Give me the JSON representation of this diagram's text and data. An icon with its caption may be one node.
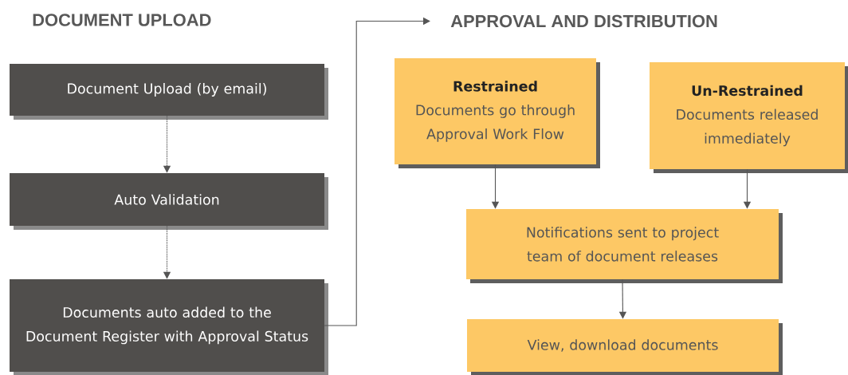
{
  "diagram": {
    "nodes": [
      {
        "text": [
          "Document Upload (by email)"
        ]
      },
      {
        "text": [
          "Auto Validation"
        ]
      },
      {
        "text": [
          "Documents auto added to the Document Register with Approval Status"
        ]
      },
      {
        "text": [
          "APPROVAL AND DISTRIBUTION"
        ]
      },
      {
        "text": [
          "Restrained",
          "Documents go through Approval Work Flow"
        ]
      },
      {
        "text": [
          "Un-Restrained",
          "Documents released immediately"
        ]
      },
      {
        "text": [
          "Notifications sent to project team of document releases"
        ]
      },
      {
        "text": [
          "View, download documents"
        ]
      }
    ],
    "edges": [
      {
        "from": 0,
        "to": 1,
        "arrow": "to",
        "style": "dashed"
      },
      {
        "from": 1,
        "to": 2,
        "arrow": "to",
        "style": "dashed"
      },
      {
        "from": 2,
        "to": 3,
        "arrow": "to"
      },
      {
        "from": 4,
        "to": 6,
        "arrow": "to"
      },
      {
        "from": 5,
        "to": 6,
        "arrow": "to"
      },
      {
        "from": 6,
        "to": 7,
        "arrow": "to"
      }
    ],
    "labels": [
      "DOCUMENT UPLOAD"
    ]
  }
}
